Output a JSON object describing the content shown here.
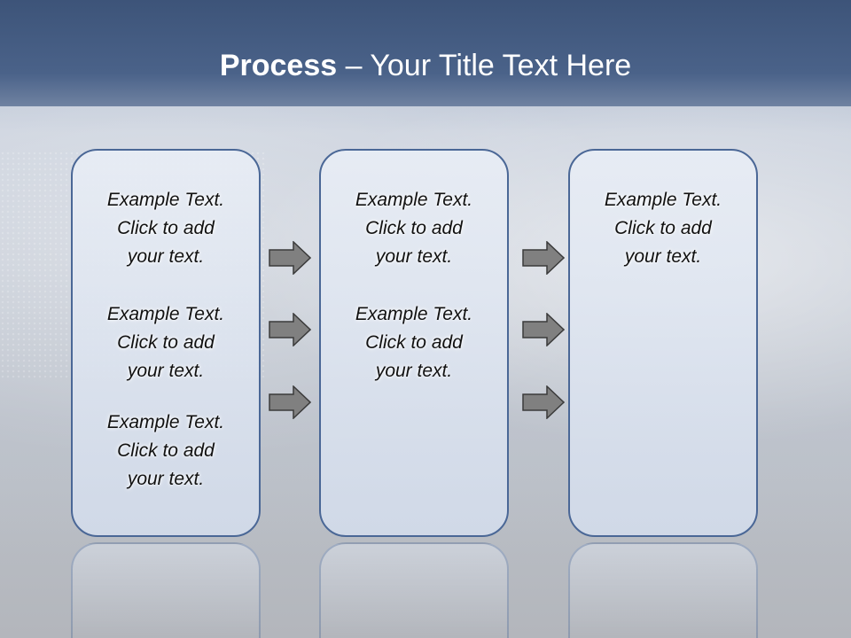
{
  "title": {
    "bold": "Process",
    "rest": " – Your Title Text Here"
  },
  "panels": [
    {
      "blocks": [
        {
          "lines": [
            "Example Text.",
            "Click  to add",
            "your text."
          ]
        },
        {
          "lines": [
            "Example Text.",
            "Click  to add",
            "your text."
          ]
        },
        {
          "lines": [
            "Example Text.",
            "Click  to add",
            "your text."
          ]
        }
      ]
    },
    {
      "blocks": [
        {
          "lines": [
            "Example Text.",
            "Click  to add",
            "your text."
          ]
        },
        {
          "lines": [
            "Example Text.",
            "Click  to add",
            "your text."
          ]
        }
      ]
    },
    {
      "blocks": [
        {
          "lines": [
            "Example Text.",
            "Click  to add",
            "your text."
          ]
        }
      ]
    }
  ],
  "arrows": {
    "icon": "right-arrow-icon",
    "fill": "#808080",
    "stroke": "#3a3a3a",
    "count_per_gap": 3
  },
  "colors": {
    "banner": "#3d5479",
    "panel_border": "#4a6796",
    "panel_fill": "#dce3ee"
  }
}
